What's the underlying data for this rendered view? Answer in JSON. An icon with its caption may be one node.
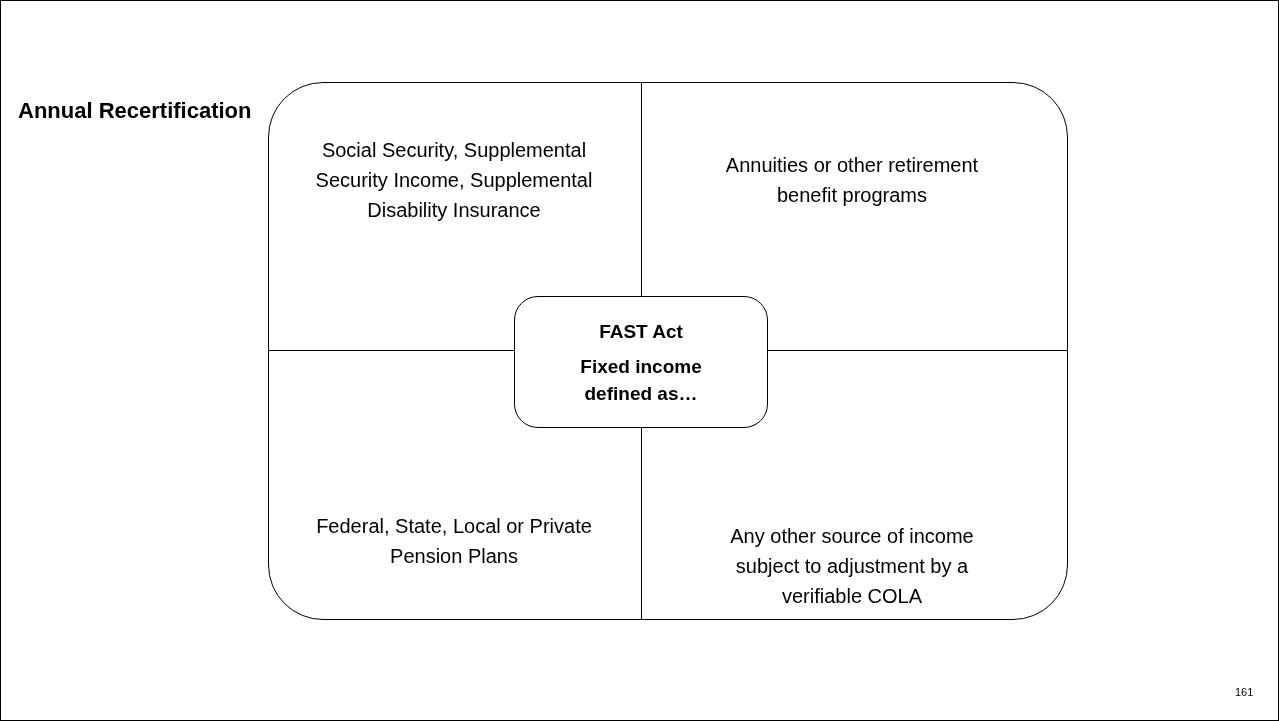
{
  "diagram": {
    "title": "Annual Recertification",
    "nodes": [
      {
        "text": [],
        "shape": "box"
      },
      {
        "text": [
          "Social Security, Supplemental Security Income, Supplemental Disability Insurance"
        ],
        "in": 0
      },
      {
        "text": [
          "Annuities or other retirement benefit programs"
        ],
        "in": 0
      },
      {
        "text": [
          "Federal, State, Local or Private Pension Plans"
        ],
        "in": 0
      },
      {
        "text": [
          "Any other source of income subject to adjustment by a verifiable COLA"
        ],
        "in": 0
      },
      {
        "text": [
          "FAST Act",
          "Fixed income defined as…"
        ],
        "in": 0
      }
    ],
    "edges": [],
    "labels": [
      "161"
    ]
  }
}
